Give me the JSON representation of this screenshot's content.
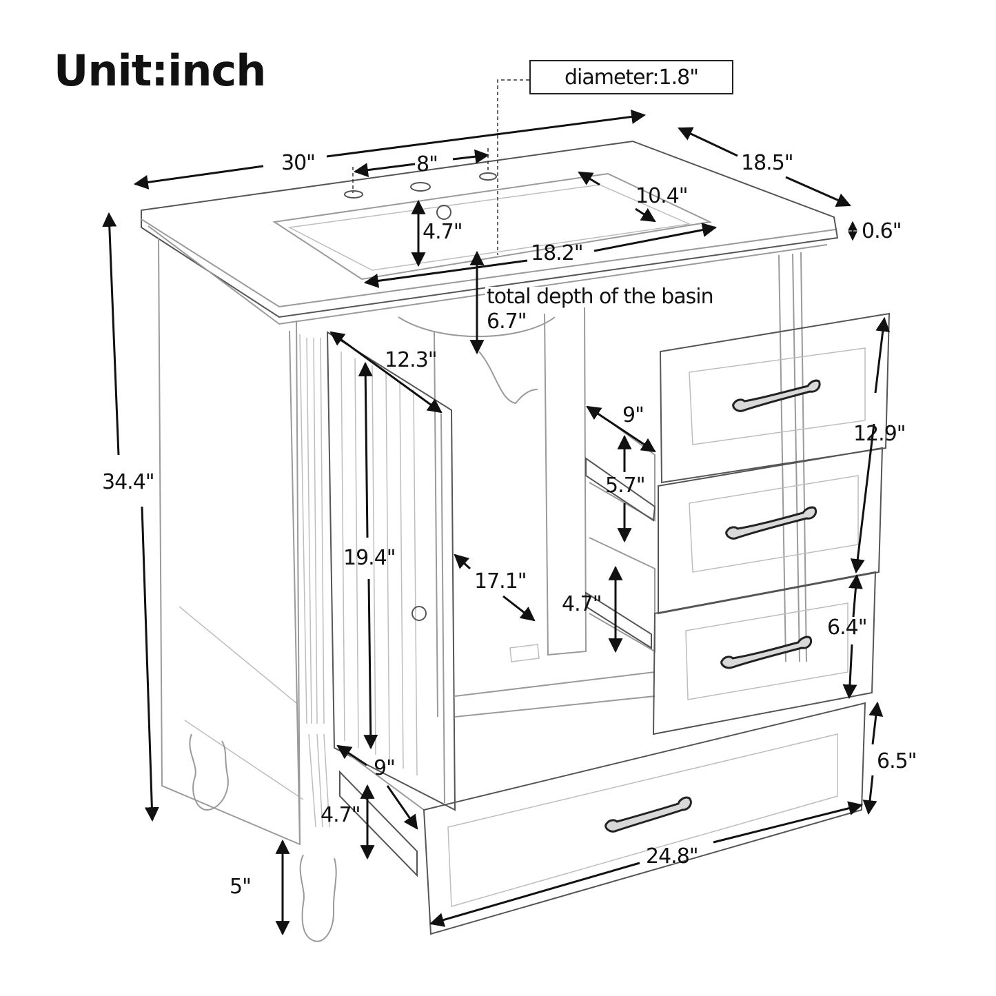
{
  "title": "Unit:inch",
  "product": "bathroom vanity with sink",
  "callout": {
    "diameter": "diameter:1.8\""
  },
  "dimensions": {
    "overall_width": "30\"",
    "faucet_spacing": "8\"",
    "overall_depth": "18.5\"",
    "basin_depth_front_back": "10.4\"",
    "top_thickness": "0.6\"",
    "basin_front_offset": "4.7\"",
    "basin_width": "18.2\"",
    "basin_total_depth_label": "total depth of the basin",
    "basin_total_depth": "6.7\"",
    "overall_height": "34.4\"",
    "door_width": "12.3\"",
    "door_height": "19.4\"",
    "cabinet_interior_depth": "17.1\"",
    "small_drawer_depth": "9\"",
    "small_drawer_interior_height_1": "5.7\"",
    "small_drawer_interior_height_2": "4.7\"",
    "drawer_block_height": "12.9\"",
    "drawer_front_height": "6.4\"",
    "bottom_drawer_height": "6.5\"",
    "bottom_drawer_depth": "9\"",
    "bottom_drawer_interior_height": "4.7\"",
    "bottom_drawer_width": "24.8\"",
    "leg_height": "5\""
  },
  "colors": {
    "background": "#ffffff",
    "ink": "#111111",
    "outline": "#9a9a9a"
  }
}
